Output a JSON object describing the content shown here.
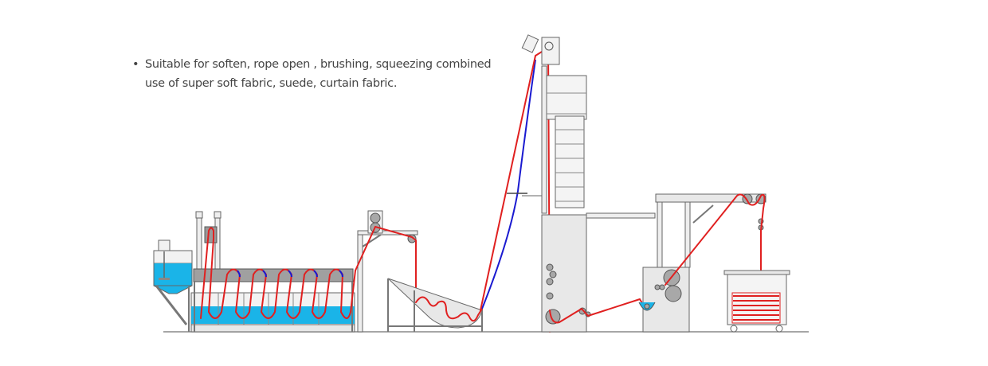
{
  "caption": {
    "bullet": "•",
    "line1": "Suitable for soften, rope open , brushing, squeezing combined",
    "line2": "use of super soft fabric, suede, curtain fabric."
  },
  "diagram": {
    "colors": {
      "fabric": "#e02020",
      "fabric_alt": "#1a1ad0",
      "water": "#1ab4e8",
      "frame": "#e8e8e8",
      "roller": "#a8a8a8",
      "outline": "#666666"
    },
    "components": [
      "chemical-tank",
      "washing-trough",
      "squeeze-rollers",
      "j-box-piling-tray",
      "lifting-tower",
      "tumbler-dryer",
      "padder",
      "folding-conveyor",
      "collecting-cart"
    ]
  }
}
